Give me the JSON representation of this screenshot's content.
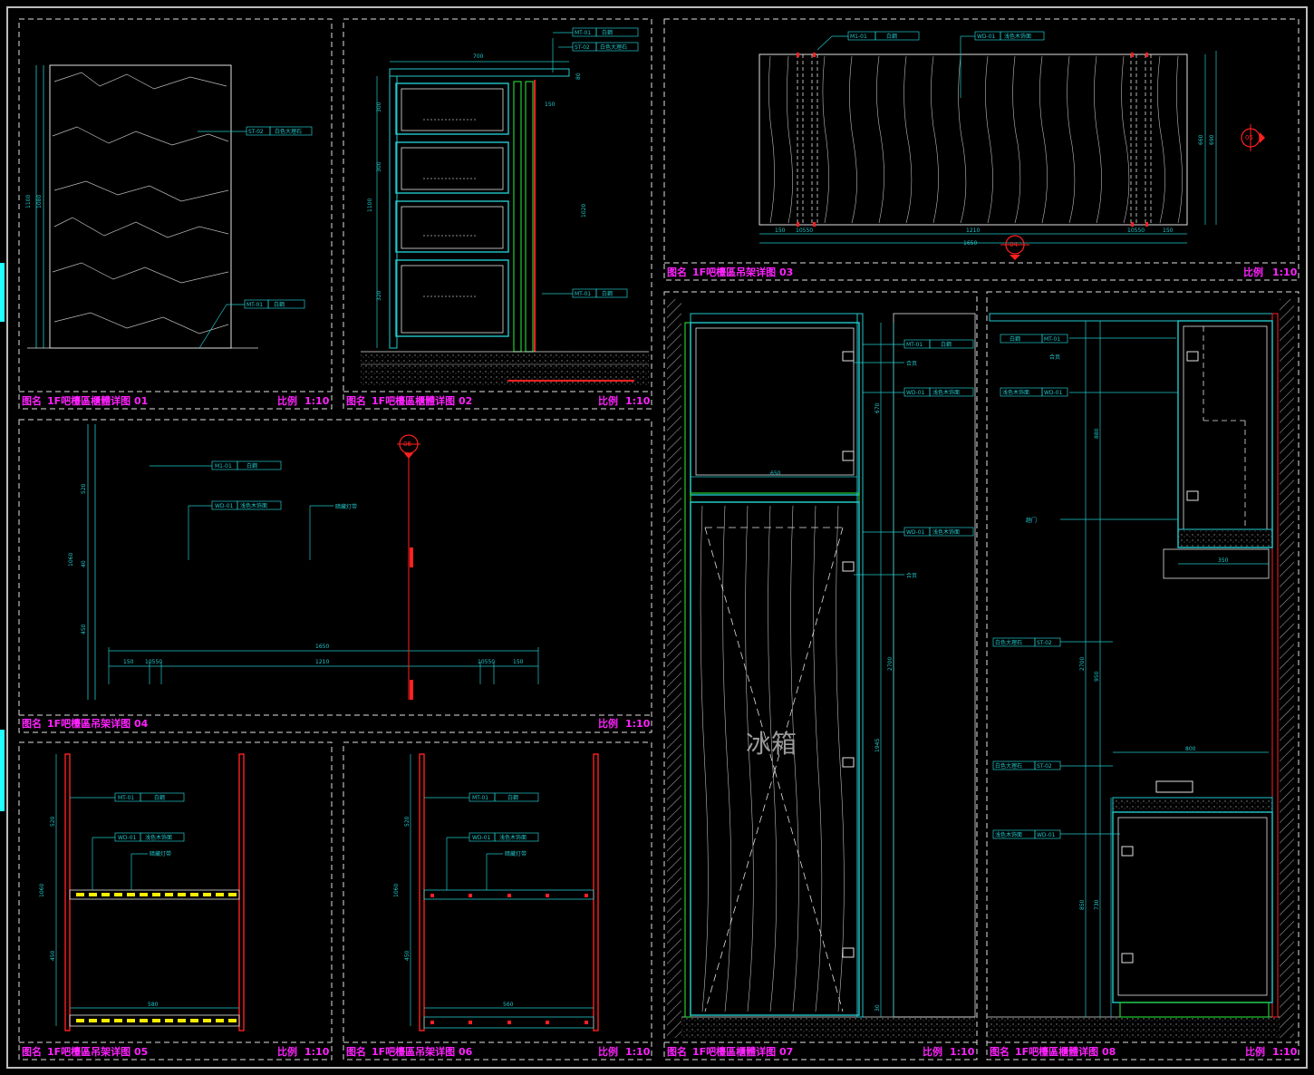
{
  "colors": {
    "bg": "#000000",
    "frame": "#d8d8d8",
    "cyan": "#22c8cc",
    "green": "#22cc33",
    "red": "#ff2020",
    "magenta": "#ff22ff",
    "yellow": "#ffee00",
    "label": "#22c8cc",
    "title": "#ff22ff",
    "white": "#e8e8e8"
  },
  "panels": [
    {
      "id": "p01",
      "title_prefix": "图名",
      "title": "1F吧檯區櫃體详图 01",
      "scale_label": "比例",
      "scale": "1:10"
    },
    {
      "id": "p02",
      "title_prefix": "图名",
      "title": "1F吧檯區櫃體详图 02",
      "scale_label": "比例",
      "scale": "1:10"
    },
    {
      "id": "p03",
      "title_prefix": "图名",
      "title": "1F吧檯區吊架详图 03",
      "scale_label": "比例",
      "scale": "1:10"
    },
    {
      "id": "p04",
      "title_prefix": "图名",
      "title": "1F吧檯區吊架详图 04",
      "scale_label": "比例",
      "scale": "1:10"
    },
    {
      "id": "p05",
      "title_prefix": "图名",
      "title": "1F吧檯區吊架详图 05",
      "scale_label": "比例",
      "scale": "1:10"
    },
    {
      "id": "p06",
      "title_prefix": "图名",
      "title": "1F吧檯區吊架详图 06",
      "scale_label": "比例",
      "scale": "1:10"
    },
    {
      "id": "p07",
      "title_prefix": "图名",
      "title": "1F吧檯區櫃體详图 07",
      "scale_label": "比例",
      "scale": "1:10"
    },
    {
      "id": "p08",
      "title_prefix": "图名",
      "title": "1F吧檯區櫃體详图 08",
      "scale_label": "比例",
      "scale": "1:10"
    }
  ],
  "tags": {
    "st02": "ST-02",
    "mt01": "MT-01",
    "mt01b": "MT-01",
    "wd01": "WD-01",
    "m101": "M1-01"
  },
  "notes": {
    "stone": "白色大理石",
    "steel": "白鋼",
    "wood": "浅色木饰面",
    "light": "暗藏灯带",
    "hinge": "合页",
    "door": "趟门"
  },
  "dims": {
    "d700": "700",
    "d150": "150",
    "d80": "80",
    "d1100": "1100",
    "d1080": "1080",
    "d300": "300",
    "d320": "320",
    "d1020": "1020",
    "d1650": "1650",
    "d1210": "1210",
    "d105": "10550",
    "d520": "520",
    "d40": "40",
    "d450": "450",
    "d1060": "1060",
    "d660": "660",
    "d690": "690",
    "d650": "650",
    "d670": "670",
    "d2700": "2700",
    "d1945": "1945",
    "d30": "30",
    "d880": "880",
    "d350": "350",
    "d950": "950",
    "d800": "800",
    "d850": "850",
    "d730": "730",
    "d560": "560",
    "d580": "580"
  },
  "sections": {
    "s04": "04",
    "s05": "05",
    "s06": "06"
  },
  "fridge": "冰箱"
}
